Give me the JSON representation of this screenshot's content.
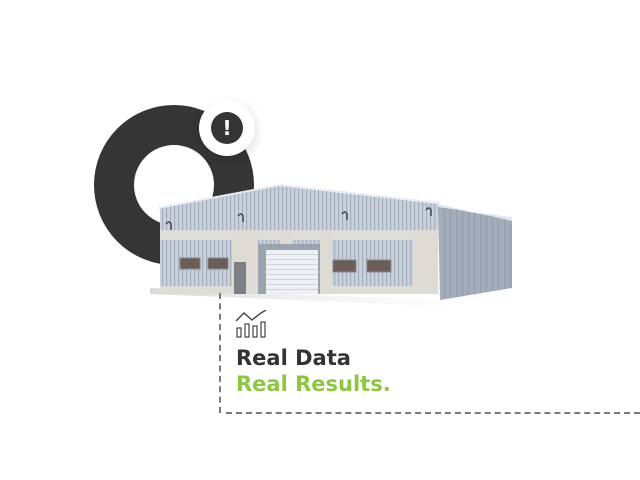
{
  "graphic": {
    "ring_color": "#353535",
    "alert_badge": {
      "icon": "exclamation-icon",
      "glyph": "!"
    },
    "building": {
      "description": "metal warehouse building illustration"
    }
  },
  "chart_icon": {
    "icon": "line-and-bar-chart-icon"
  },
  "headline": {
    "line1": "Real Data",
    "line1_color": "#333333",
    "line2": "Real Results.",
    "line2_color": "#8dc63f"
  }
}
